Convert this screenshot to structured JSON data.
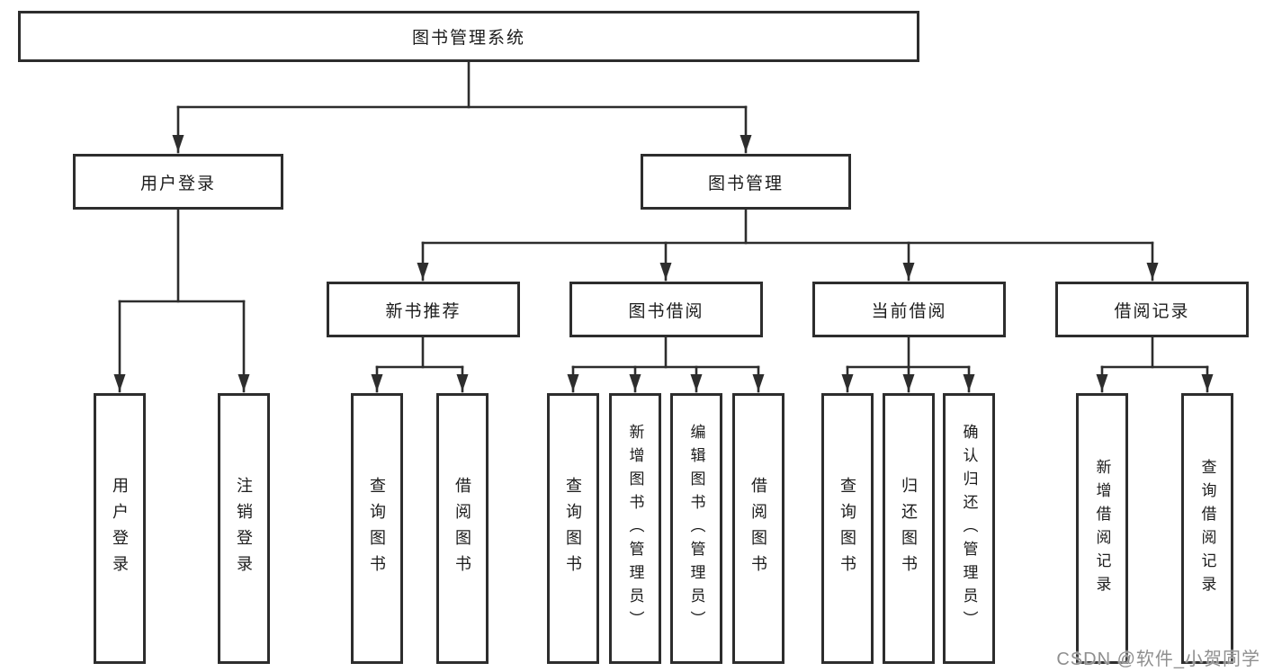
{
  "diagram": {
    "root": {
      "label": "图书管理系统"
    },
    "level2": [
      {
        "label": "用户登录"
      },
      {
        "label": "图书管理"
      }
    ],
    "level3": [
      {
        "label": "新书推荐"
      },
      {
        "label": "图书借阅"
      },
      {
        "label": "当前借阅"
      },
      {
        "label": "借阅记录"
      }
    ],
    "leaves": {
      "user_login": [
        "用户登录",
        "注销登录"
      ],
      "new_book_recommend": [
        "查询图书",
        "借阅图书"
      ],
      "book_borrow": [
        "查询图书",
        "新增图书（管理员）",
        "编辑图书（管理员）",
        "借阅图书"
      ],
      "current_borrow": [
        "查询图书",
        "归还图书",
        "确认归还（管理员）"
      ],
      "borrow_record": [
        "新增借阅记录",
        "查询借阅记录"
      ]
    }
  },
  "colors": {
    "line": "#2d2d2d",
    "text": "#1c1c1c",
    "background": "#ffffff",
    "watermark": "#8f8f8f"
  },
  "watermark": {
    "text": "CSDN @软件_小贺同学"
  }
}
